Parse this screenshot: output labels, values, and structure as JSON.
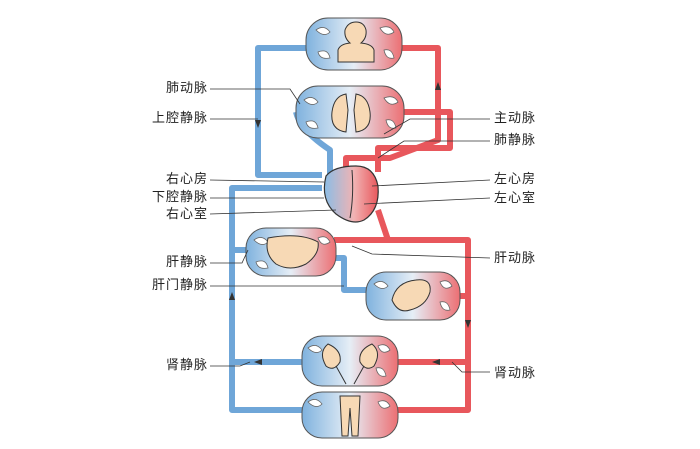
{
  "diagram": {
    "labels_left": {
      "pulmonary_artery": "肺动脉",
      "superior_vena_cava": "上腔静脉",
      "right_atrium": "右心房",
      "inferior_vena_cava": "下腔静脉",
      "right_ventricle": "右心室",
      "hepatic_vein": "肝静脉",
      "hepatic_portal_vein": "肝门静脉",
      "renal_vein": "肾静脉"
    },
    "labels_right": {
      "aorta": "主动脉",
      "pulmonary_vein": "肺静脉",
      "left_atrium": "左心房",
      "left_ventricle": "左心室",
      "hepatic_artery": "肝动脉",
      "renal_artery": "肾动脉"
    },
    "colors": {
      "arterial": "#e8575c",
      "venous": "#6fa6d8",
      "organ": "#f7d9b5",
      "outline": "#333333"
    }
  }
}
